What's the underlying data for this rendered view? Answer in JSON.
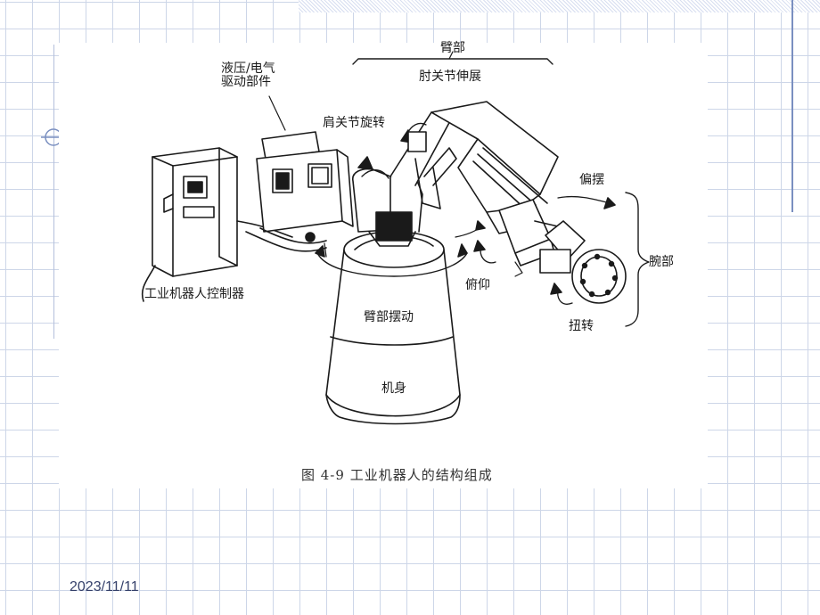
{
  "figure": {
    "labels": {
      "hydraulic_drive": "液压/电气\n驱动部件",
      "back": "臂部",
      "elbow": "肘关节伸展",
      "shoulder": "肩关节旋转",
      "yaw": "偏摆",
      "wrist": "腕部",
      "pitch": "俯仰",
      "roll": "扭转",
      "controller": "工业机器人控制器",
      "arm_swing": "臂部摆动",
      "body": "机身"
    },
    "caption": "图 4-9   工业机器人的结构组成"
  },
  "footer": {
    "date": "2023/11/11"
  },
  "colors": {
    "grid": "#cdd6e8",
    "accent_rule": "#7a8fc0",
    "date_text": "#34406a"
  }
}
